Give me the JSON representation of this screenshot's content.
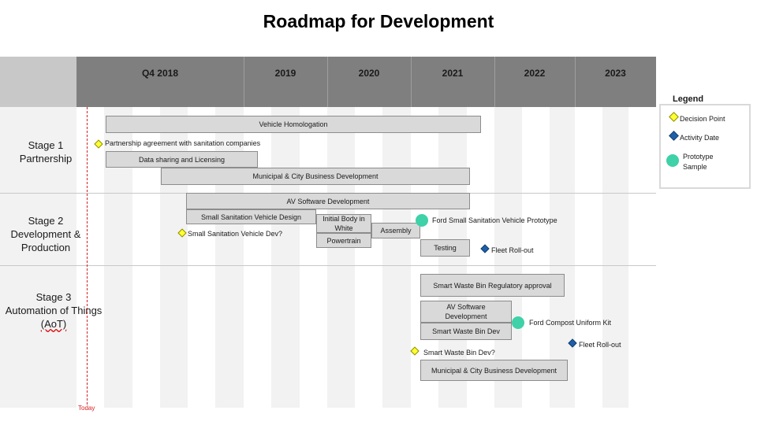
{
  "title": "Roadmap for Development",
  "columns": [
    "Q4 2018",
    "2019",
    "2020",
    "2021",
    "2022",
    "2023"
  ],
  "today_label": "Today",
  "stages": {
    "s1": [
      "Stage 1",
      "Partnership"
    ],
    "s2": [
      "Stage 2",
      "Development &",
      "Production"
    ],
    "s3": [
      "Stage 3",
      "Automation of Things",
      "(AoT)"
    ]
  },
  "bars": {
    "vehicle_homologation": "Vehicle Homologation",
    "data_sharing": "Data sharing and Licensing",
    "municipal_1": "Municipal & City Business Development",
    "av_software_1": "AV Software Development",
    "small_sanitation_design": "Small Sanitation Vehicle Design",
    "initial_body": "Initial Body in White",
    "powertrain": "Powertrain",
    "assembly": "Assembly",
    "testing": "Testing",
    "smart_bin_reg": "Smart Waste Bin Regulatory approval",
    "av_software_2": "AV Software Development",
    "smart_bin_dev": "Smart Waste Bin Dev",
    "municipal_2": "Municipal & City Business Development"
  },
  "milestones": {
    "partnership_agreement": "Partnership agreement with sanitation companies",
    "small_sanitation_dev": "Small Sanitation Vehicle Dev?",
    "ford_prototype": "Ford Small Sanitation Vehicle Prototype",
    "fleet_rollout_1": "Fleet Roll-out",
    "ford_compost": "Ford Compost Uniform Kit",
    "fleet_rollout_2": "Fleet Roll-out",
    "smart_bin_dev_q": "Smart Waste Bin Dev?"
  },
  "legend": {
    "title": "Legend",
    "decision_point": "Decision Point",
    "activity_date": "Activity Date",
    "prototype_sample": "Prototype Sample"
  },
  "colors": {
    "decision": "#ffff33",
    "activity": "#1f5fa8",
    "prototype": "#3fd1a8",
    "today": "#d62020"
  }
}
